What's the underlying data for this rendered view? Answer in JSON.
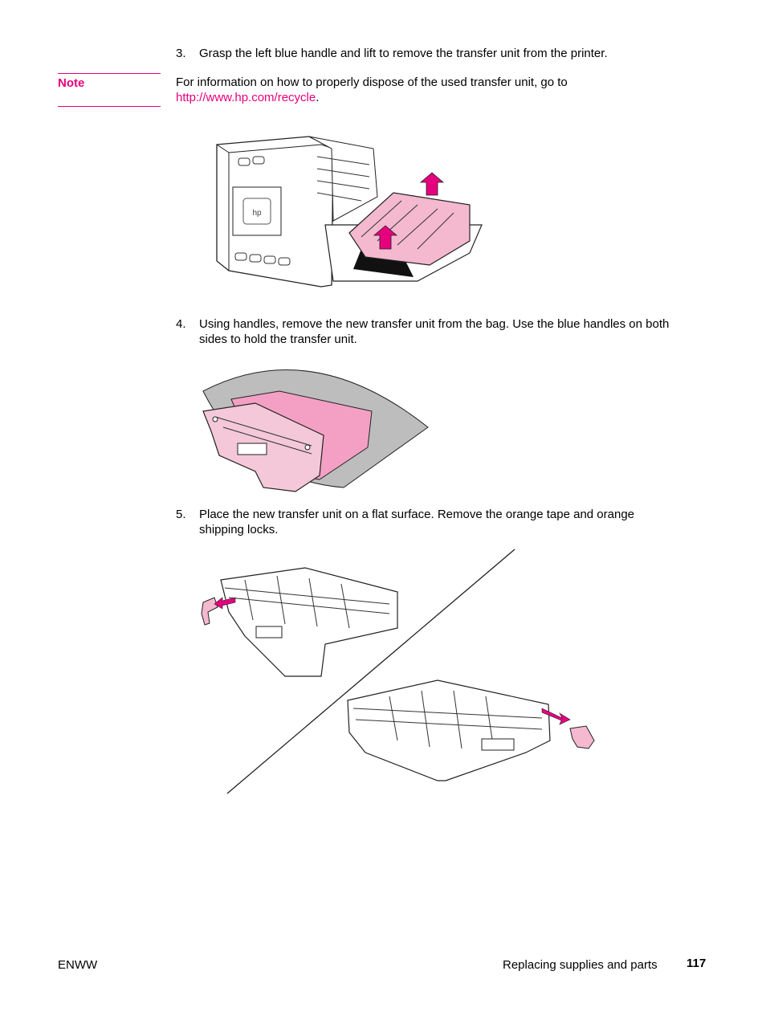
{
  "steps": [
    {
      "number": "3.",
      "text": "Grasp the left blue handle and lift to remove the transfer unit from the printer."
    },
    {
      "number": "4.",
      "text": "Using handles, remove the new transfer unit from the bag. Use the blue handles on both sides to hold the transfer unit."
    },
    {
      "number": "5.",
      "text": "Place the new transfer unit on a flat surface. Remove the orange tape and orange shipping locks."
    }
  ],
  "note": {
    "label": "Note",
    "text": "For information on how to properly dispose of the used transfer unit, go to",
    "link": "http://www.hp.com/recycle",
    "trailing": "."
  },
  "footer": {
    "left": "ENWW",
    "section": "Replacing supplies and parts",
    "page": "117"
  },
  "colors": {
    "accent": "#e6007e",
    "unit_pink": "#f4b8cf",
    "bag_gray": "#bdbdbd"
  }
}
